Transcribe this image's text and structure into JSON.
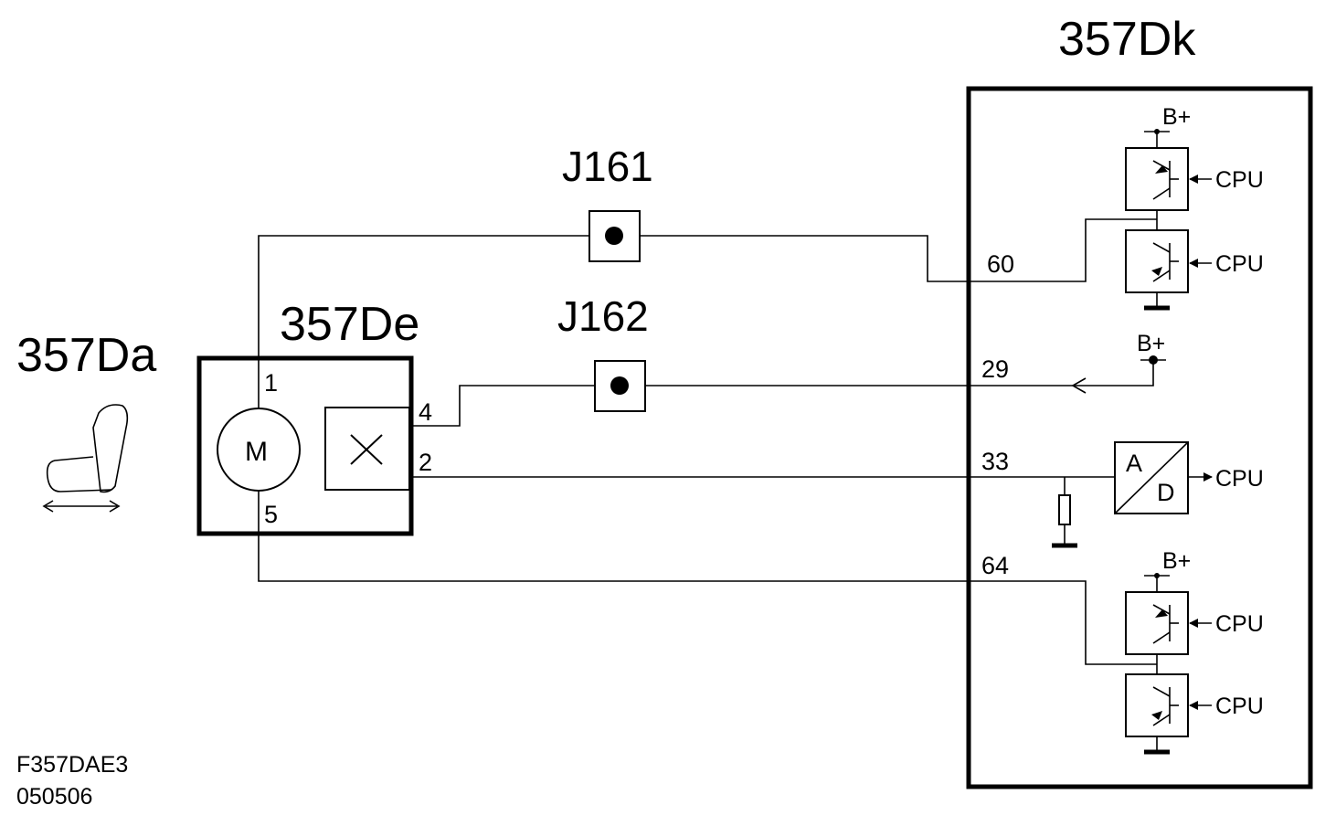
{
  "components": {
    "seat_label": "357Da",
    "motor_unit_label": "357De",
    "ecu_label": "357Dk",
    "motor_symbol": "M",
    "sensor_symbol": "x-cross-icon"
  },
  "connectors": {
    "j161": "J161",
    "j162": "J162"
  },
  "motor_pins": {
    "p1": "1",
    "p4": "4",
    "p2": "2",
    "p5": "5"
  },
  "ecu_pins": {
    "p60": "60",
    "p29": "29",
    "p33": "33",
    "p64": "64"
  },
  "ecu_internals": {
    "supply_top": "B+",
    "supply_mid": "B+",
    "supply_bottom": "B+",
    "cpu_1": "CPU",
    "cpu_2": "CPU",
    "cpu_3": "CPU",
    "cpu_4": "CPU",
    "cpu_5": "CPU",
    "adc_a": "A",
    "adc_d": "D"
  },
  "reference": {
    "code": "F357DAE3",
    "date": "050506"
  },
  "colors": {
    "line": "#000000",
    "background": "#ffffff"
  }
}
